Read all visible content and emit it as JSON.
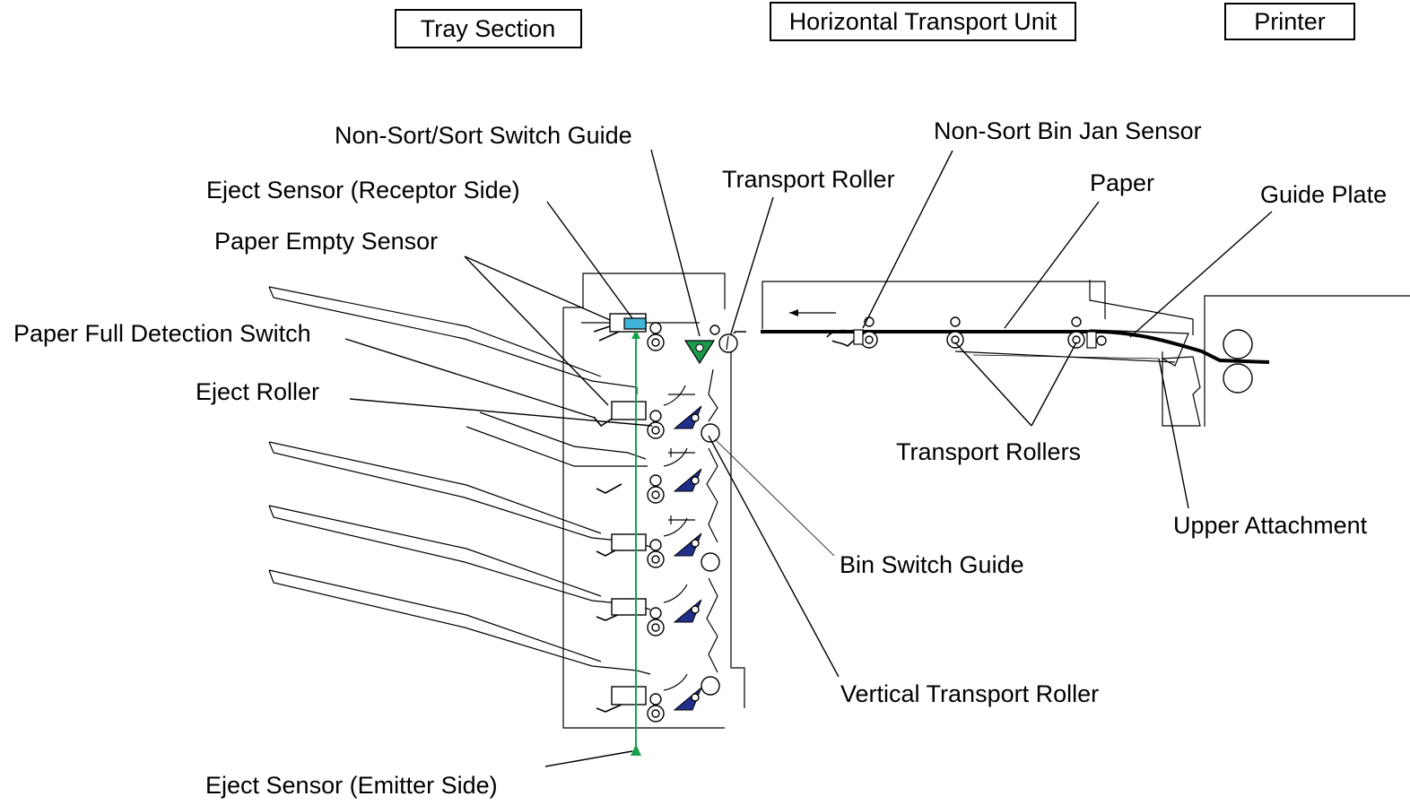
{
  "section_boxes": {
    "tray_section": "Tray Section",
    "horizontal_transport_unit": "Horizontal Transport Unit",
    "printer": "Printer"
  },
  "labels": {
    "non_sort_sort_switch_guide": "Non-Sort/Sort Switch Guide",
    "non_sort_bin_jam_sensor": "Non-Sort Bin Jan Sensor",
    "eject_sensor_receptor": "Eject Sensor (Receptor Side)",
    "transport_roller": "Transport Roller",
    "paper": "Paper",
    "guide_plate": "Guide Plate",
    "paper_empty_sensor": "Paper Empty Sensor",
    "paper_full_detection_switch": "Paper Full Detection Switch",
    "eject_roller": "Eject Roller",
    "transport_rollers": "Transport Rollers",
    "upper_attachment": "Upper Attachment",
    "bin_switch_guide": "Bin Switch Guide",
    "vertical_transport_roller": "Vertical Transport Roller",
    "eject_sensor_emitter": "Eject Sensor (Emitter Side)"
  },
  "colors": {
    "receptor_sensor": "#3fb4d8",
    "switch_guide": "#1a9a4a",
    "bin_guides": "#1f2f8a",
    "emitter_beam": "#17a34a"
  }
}
